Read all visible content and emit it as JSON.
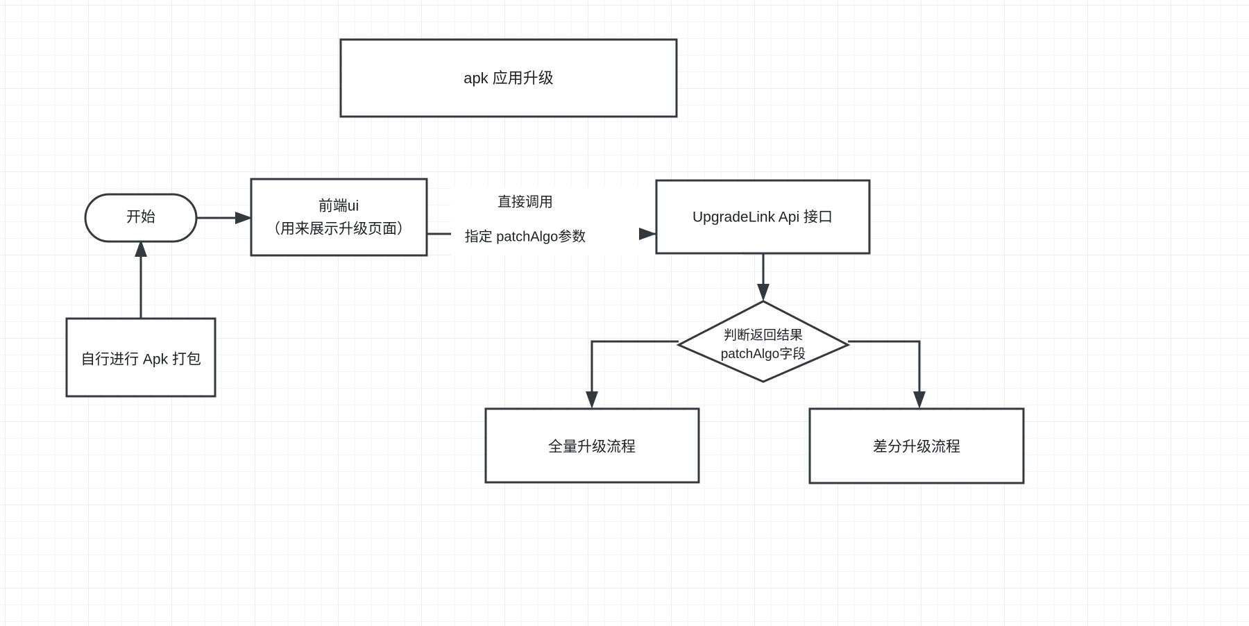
{
  "diagram": {
    "title_box": {
      "label": "apk 应用升级"
    },
    "nodes": {
      "start": {
        "label": "开始",
        "shape": "stadium"
      },
      "frontend_ui": {
        "line1": "前端ui",
        "line2": "（用来展示升级页面）",
        "shape": "rectangle"
      },
      "apk_package": {
        "label": "自行进行 Apk 打包",
        "shape": "rectangle"
      },
      "upgrade_api": {
        "label": "UpgradeLink Api 接口",
        "shape": "rectangle"
      },
      "decision": {
        "line1": "判断返回结果",
        "line2": "patchAlgo字段",
        "shape": "diamond"
      },
      "full_upgrade": {
        "label": "全量升级流程",
        "shape": "rectangle"
      },
      "diff_upgrade": {
        "label": "差分升级流程",
        "shape": "rectangle"
      }
    },
    "edge_labels": {
      "direct_call": "直接调用",
      "specify_patchalgo": "指定 patchAlgo参数"
    },
    "colors": {
      "stroke": "#33393f",
      "fill": "#ffffff",
      "text": "#1d2126",
      "grid_minor": "#f5f5f5",
      "grid_major": "#ececec"
    }
  }
}
